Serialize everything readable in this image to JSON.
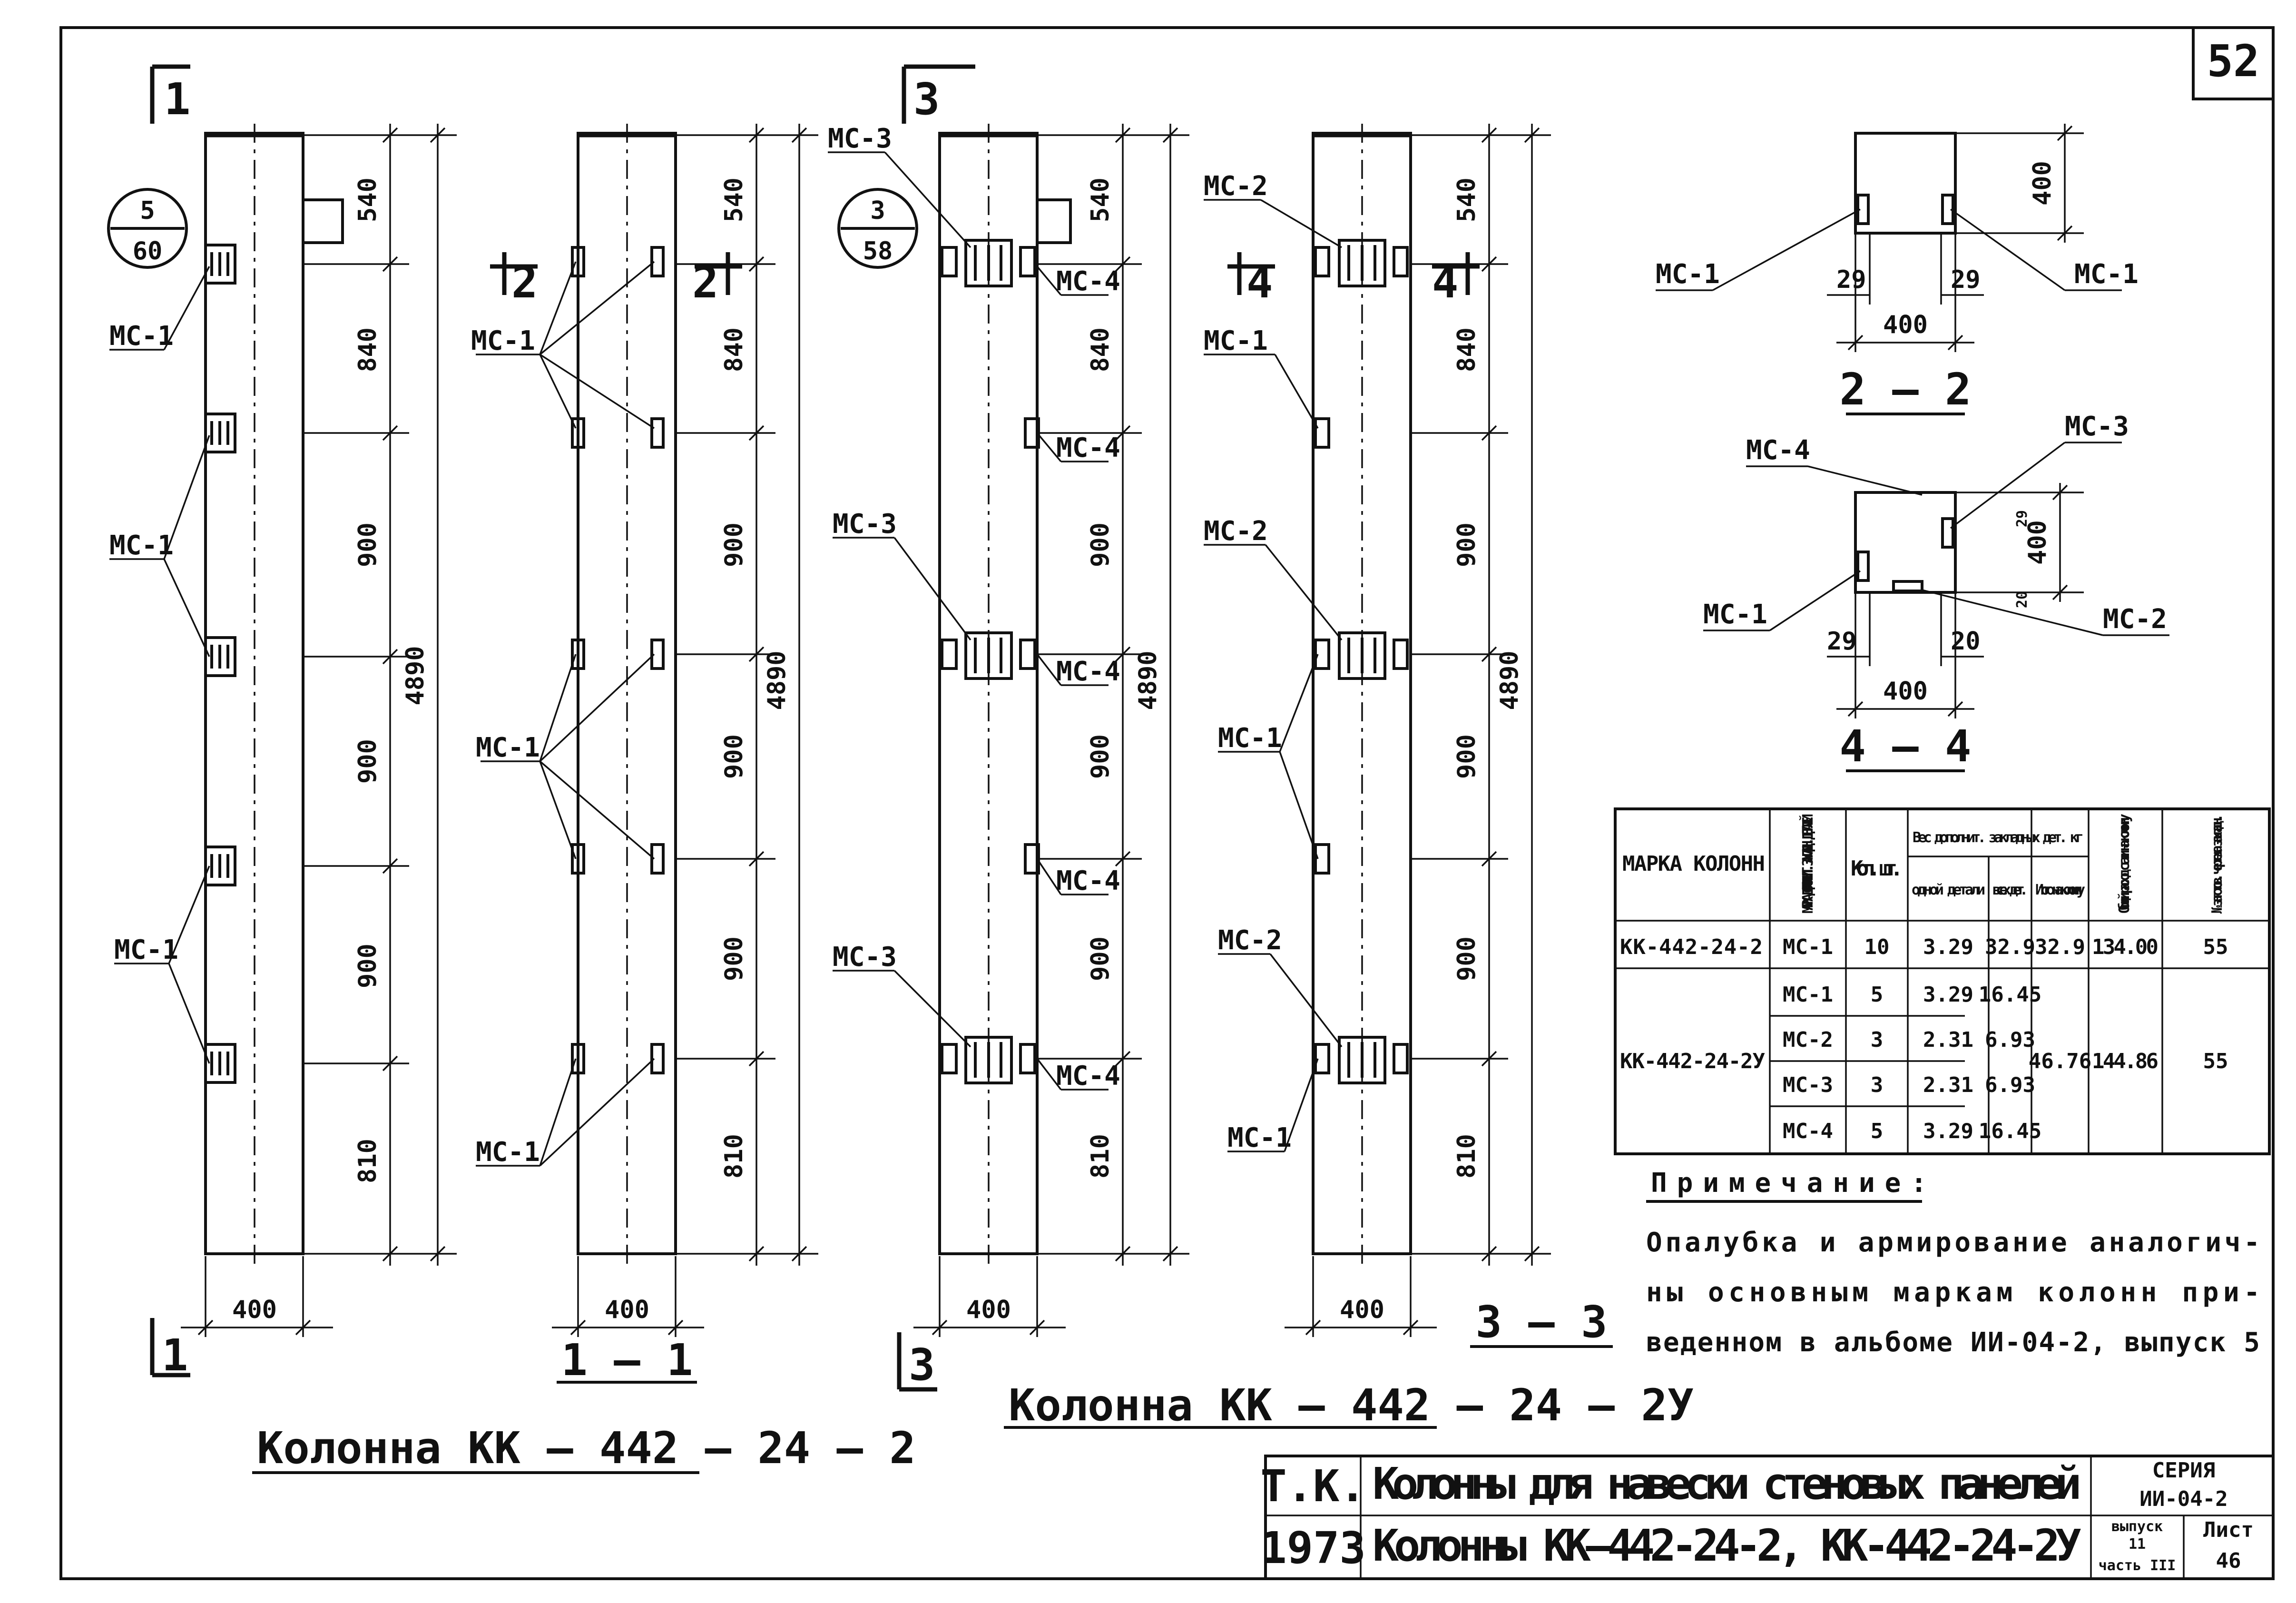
{
  "sheet": {
    "page_number": "52",
    "sections": {
      "s1": "1",
      "s2": "2",
      "s3": "3",
      "s4": "4",
      "cut_1": "1 — 1",
      "cut_2": "2 — 2",
      "cut_3": "3 — 3",
      "cut_4": "4 — 4"
    },
    "callouts": {
      "c1_top": "5",
      "c1_bottom": "60",
      "c2_top": "3",
      "c2_bottom": "58"
    },
    "parts": {
      "mc1": "МС-1",
      "mc2": "МС-2",
      "mc3": "МС-3",
      "mc4": "МС-4"
    },
    "dims": {
      "d540": "540",
      "d840": "840",
      "d900": "900",
      "d810": "810",
      "d4890": "4890",
      "d400": "400",
      "d29": "29",
      "d20": "20"
    },
    "captions": {
      "column_a": "Колонна КК — 442 — 24 — 2",
      "column_b": "Колонна КК — 442 — 24 — 2У"
    },
    "table": {
      "headers": {
        "mark": "МАРКА КОЛОНН",
        "part": "МАРКА ДОПОЛНИТ. ЗАКЛАДН. ДЕТАЛЕЙ",
        "qty": "Кол. шт.",
        "weight_group": "Вес дополнит. закладных дет. кг",
        "one": "одной детали",
        "all": "всех дет.",
        "total": "Итого на колонну",
        "steel": "Общий расход стали на колонну",
        "drawing": "№ заготов. чертежа закладн."
      },
      "row1": {
        "mark": "КК-442-24-2",
        "part": "МС-1",
        "qty": "10",
        "one": "3.29",
        "all": "32.9",
        "total": "32.9",
        "steel": "134.00",
        "drawing": "55"
      },
      "row2": {
        "mark": "КК-442-24-2У",
        "total": "46.76",
        "steel": "144.86",
        "drawing": "55",
        "items": [
          {
            "part": "МС-1",
            "qty": "5",
            "one": "3.29",
            "all": "16.45"
          },
          {
            "part": "МС-2",
            "qty": "3",
            "one": "2.31",
            "all": "6.93"
          },
          {
            "part": "МС-3",
            "qty": "3",
            "one": "2.31",
            "all": "6.93"
          },
          {
            "part": "МС-4",
            "qty": "5",
            "one": "3.29",
            "all": "16.45"
          }
        ]
      }
    },
    "note": {
      "title": "Примечание:",
      "line1": "Опалубка и армирование аналогич-",
      "line2": "ны основным маркам колонн при-",
      "line3": "веденном в альбоме ИИ-04-2, выпуск 5"
    },
    "title_block": {
      "tk": "Т.К.",
      "year": "1973",
      "title": "Колонны для навески стеновых панелей",
      "subtitle": "Колонны КК—442-24-2, КК-442-24-2У",
      "series_label": "СЕРИЯ",
      "series": "ИИ-04-2",
      "issue_label": "выпуск",
      "issue": "11",
      "part": "часть III",
      "sheet_label": "Лист",
      "sheet": "46"
    }
  }
}
